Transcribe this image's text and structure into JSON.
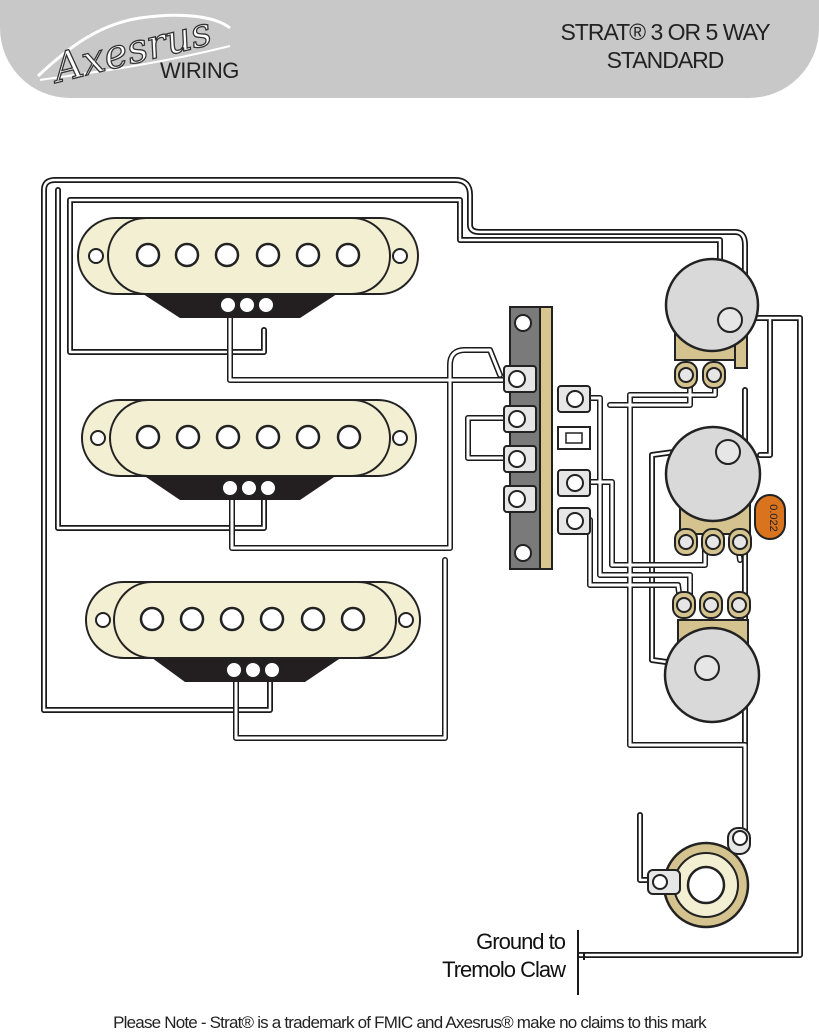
{
  "brand": {
    "logo_text": "Axesrus",
    "subtitle": "WIRING"
  },
  "title": {
    "line1": "STRAT® 3 OR 5 WAY",
    "line2": "STANDARD"
  },
  "capacitor": {
    "label": "0.022",
    "color": "#d9731e"
  },
  "ground": {
    "line1": "Ground to",
    "line2": "Tremolo Claw"
  },
  "footer": {
    "note": "Please Note - Strat® is a trademark of FMIC and Axesrus® make no claims to this mark"
  },
  "colors": {
    "header_bg": "#c8c8c8",
    "pickup_cream": "#f3efd3",
    "pickup_base": "#231f20",
    "pot_gray": "#d9d9d9",
    "switch_tan": "#d9c58f"
  }
}
